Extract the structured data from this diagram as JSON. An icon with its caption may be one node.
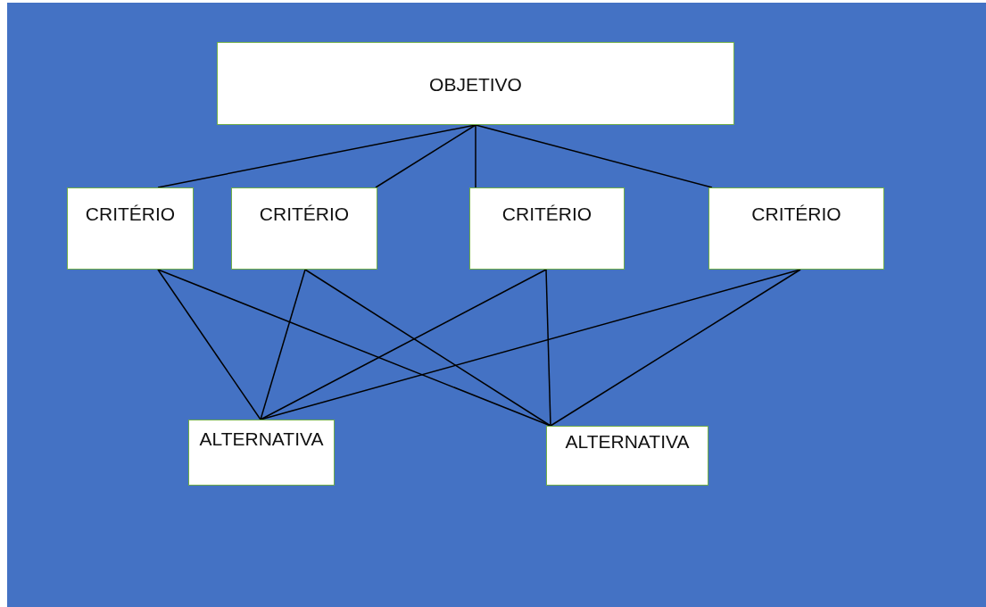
{
  "diagram": {
    "nodes": [
      {
        "text": [
          "OBJETIVO"
        ]
      },
      {
        "text": [
          "CRITÉRIO"
        ]
      },
      {
        "text": [
          "CRITÉRIO"
        ]
      },
      {
        "text": [
          "CRITÉRIO"
        ]
      },
      {
        "text": [
          "CRITÉRIO"
        ]
      },
      {
        "text": [
          "ALTERNATIVA"
        ]
      },
      {
        "text": [
          "ALTERNATIVA"
        ]
      }
    ],
    "edges": [
      {
        "from": 0,
        "to": 1,
        "arrow": "none"
      },
      {
        "from": 0,
        "to": 2,
        "arrow": "none"
      },
      {
        "from": 0,
        "to": 3,
        "arrow": "none"
      },
      {
        "from": 0,
        "to": 4,
        "arrow": "none"
      },
      {
        "from": 1,
        "to": 5,
        "arrow": "none"
      },
      {
        "from": 1,
        "to": 6,
        "arrow": "none"
      },
      {
        "from": 2,
        "to": 5,
        "arrow": "none"
      },
      {
        "from": 2,
        "to": 6,
        "arrow": "none"
      },
      {
        "from": 3,
        "to": 5,
        "arrow": "none"
      },
      {
        "from": 3,
        "to": 6,
        "arrow": "none"
      },
      {
        "from": 4,
        "to": 5,
        "arrow": "none"
      },
      {
        "from": 4,
        "to": 6,
        "arrow": "none"
      }
    ]
  }
}
